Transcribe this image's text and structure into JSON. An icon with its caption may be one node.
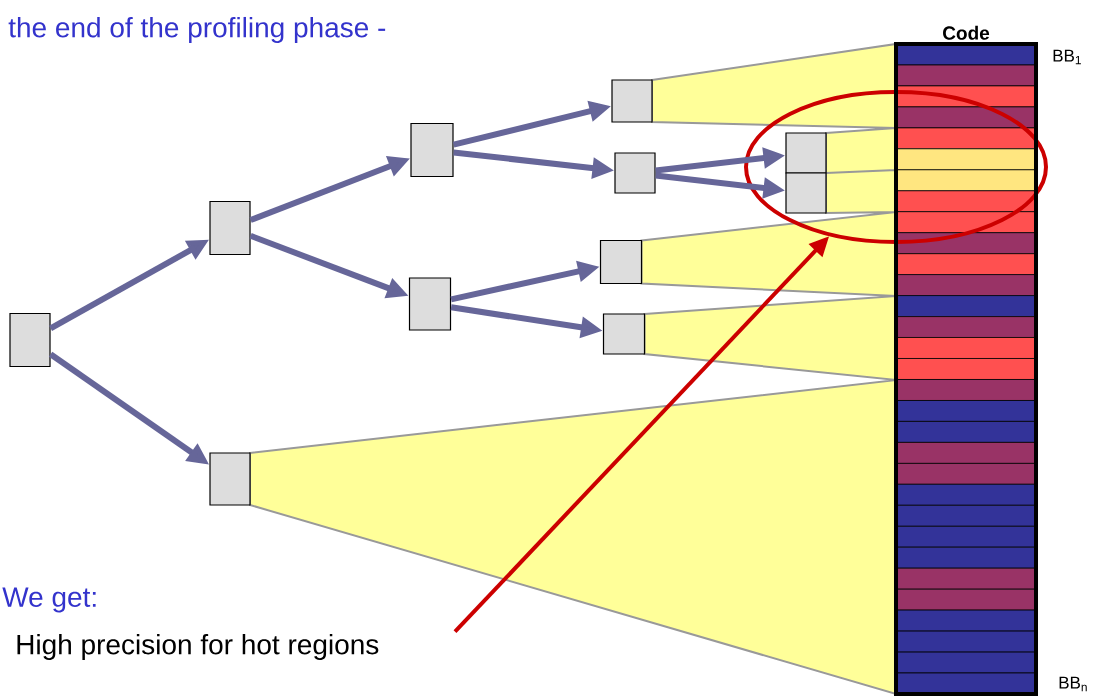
{
  "diagram": {
    "nodes": [
      {
        "text": [],
        "shape": "box"
      },
      {
        "text": [],
        "shape": "box"
      },
      {
        "text": [],
        "shape": "box"
      },
      {
        "text": [],
        "shape": "box"
      },
      {
        "text": [],
        "shape": "box"
      },
      {
        "text": [],
        "shape": "box"
      },
      {
        "text": [],
        "shape": "box"
      },
      {
        "text": [],
        "shape": "ellipse"
      },
      {
        "text": [],
        "shape": "box",
        "in": 7
      },
      {
        "text": [],
        "shape": "box",
        "in": 7
      },
      {
        "text": [],
        "shape": "box"
      },
      {
        "text": [],
        "shape": "box"
      },
      {
        "text": [
          "Code"
        ],
        "beside": [
          "BB$_{1}$",
          "BB$_{n}$"
        ]
      },
      {
        "text": [
          "High precision for hot regions"
        ]
      }
    ],
    "edges": [
      {
        "from": 0,
        "to": 1,
        "arrow": "to"
      },
      {
        "from": 0,
        "to": 2,
        "arrow": "to"
      },
      {
        "from": 1,
        "to": 3,
        "arrow": "to"
      },
      {
        "from": 1,
        "to": 4,
        "arrow": "to"
      },
      {
        "from": 3,
        "to": 5,
        "arrow": "to"
      },
      {
        "from": 3,
        "to": 6,
        "arrow": "to"
      },
      {
        "from": 4,
        "to": 10,
        "arrow": "to"
      },
      {
        "from": 4,
        "to": 11,
        "arrow": "to"
      },
      {
        "from": 6,
        "to": 8,
        "arrow": "to"
      },
      {
        "from": 6,
        "to": 9,
        "arrow": "to"
      },
      {
        "from": 13,
        "to": 7,
        "arrow": "to",
        "color": "#cc0000"
      }
    ],
    "labels": [
      "the end of the profiling phase -",
      "We get:"
    ]
  }
}
